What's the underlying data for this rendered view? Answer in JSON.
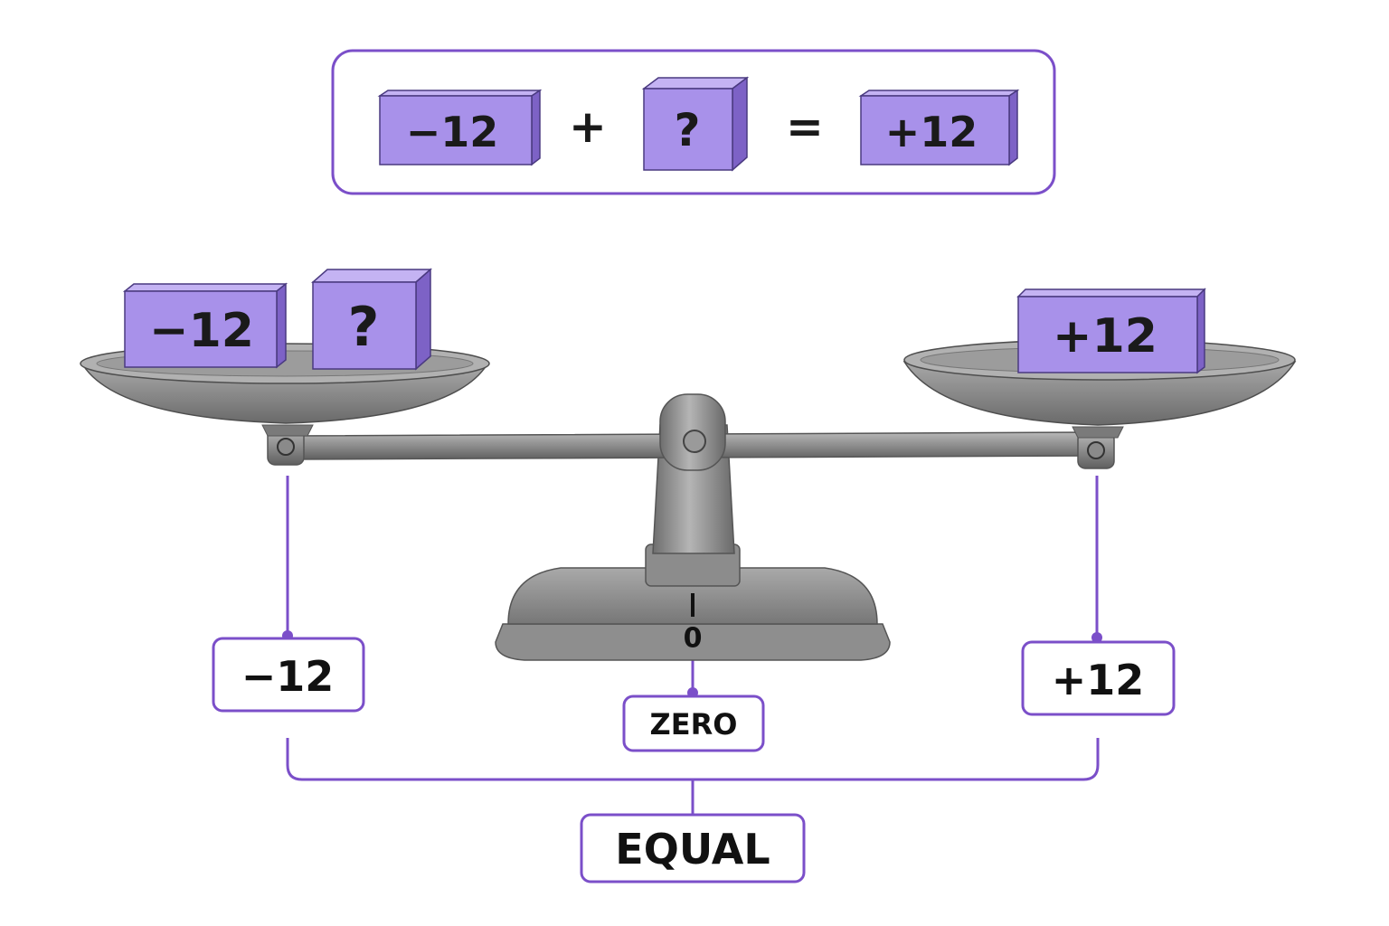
{
  "equation": {
    "left_block": "−12",
    "plus_sign": "+",
    "unknown_block": "?",
    "equals_sign": "=",
    "right_block": "+12"
  },
  "scale": {
    "left_pan": {
      "blocks": [
        "−12",
        "?"
      ]
    },
    "right_pan": {
      "blocks": [
        "+12"
      ]
    },
    "pointer_value": "0"
  },
  "labels": {
    "left_value": "−12",
    "right_value": "+12",
    "zero": "ZERO",
    "equal": "EQUAL"
  },
  "colors": {
    "accent": "#7b4fc9",
    "block_face": "#a891ea",
    "block_top": "#c4b3f3",
    "block_side": "#7d62c6",
    "metal": "#8a8a8a"
  }
}
